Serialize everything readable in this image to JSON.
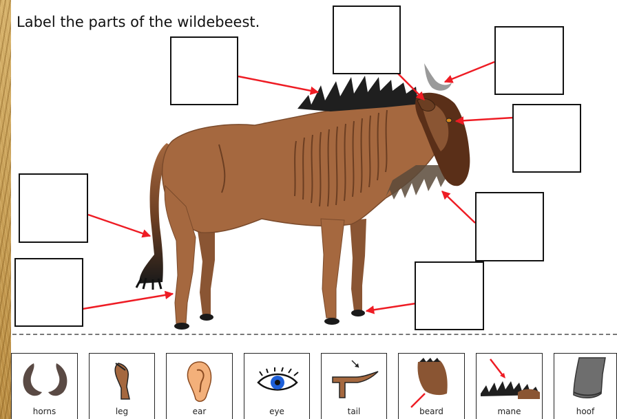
{
  "worksheet": {
    "title": "Label the parts of the wildebeest."
  },
  "cards": [
    {
      "label": "horns",
      "icon": "horns-icon"
    },
    {
      "label": "leg",
      "icon": "leg-icon"
    },
    {
      "label": "ear",
      "icon": "ear-icon"
    },
    {
      "label": "eye",
      "icon": "eye-icon"
    },
    {
      "label": "tail",
      "icon": "tail-icon"
    },
    {
      "label": "beard",
      "icon": "beard-icon"
    },
    {
      "label": "mane",
      "icon": "mane-icon"
    },
    {
      "label": "hoof",
      "icon": "hoof-icon"
    }
  ],
  "colors": {
    "arrow": "#ee1c24",
    "body": "#a5683f",
    "dark": "#1a1a1a",
    "border": "#111111",
    "background_grass": "#c9a35c"
  }
}
